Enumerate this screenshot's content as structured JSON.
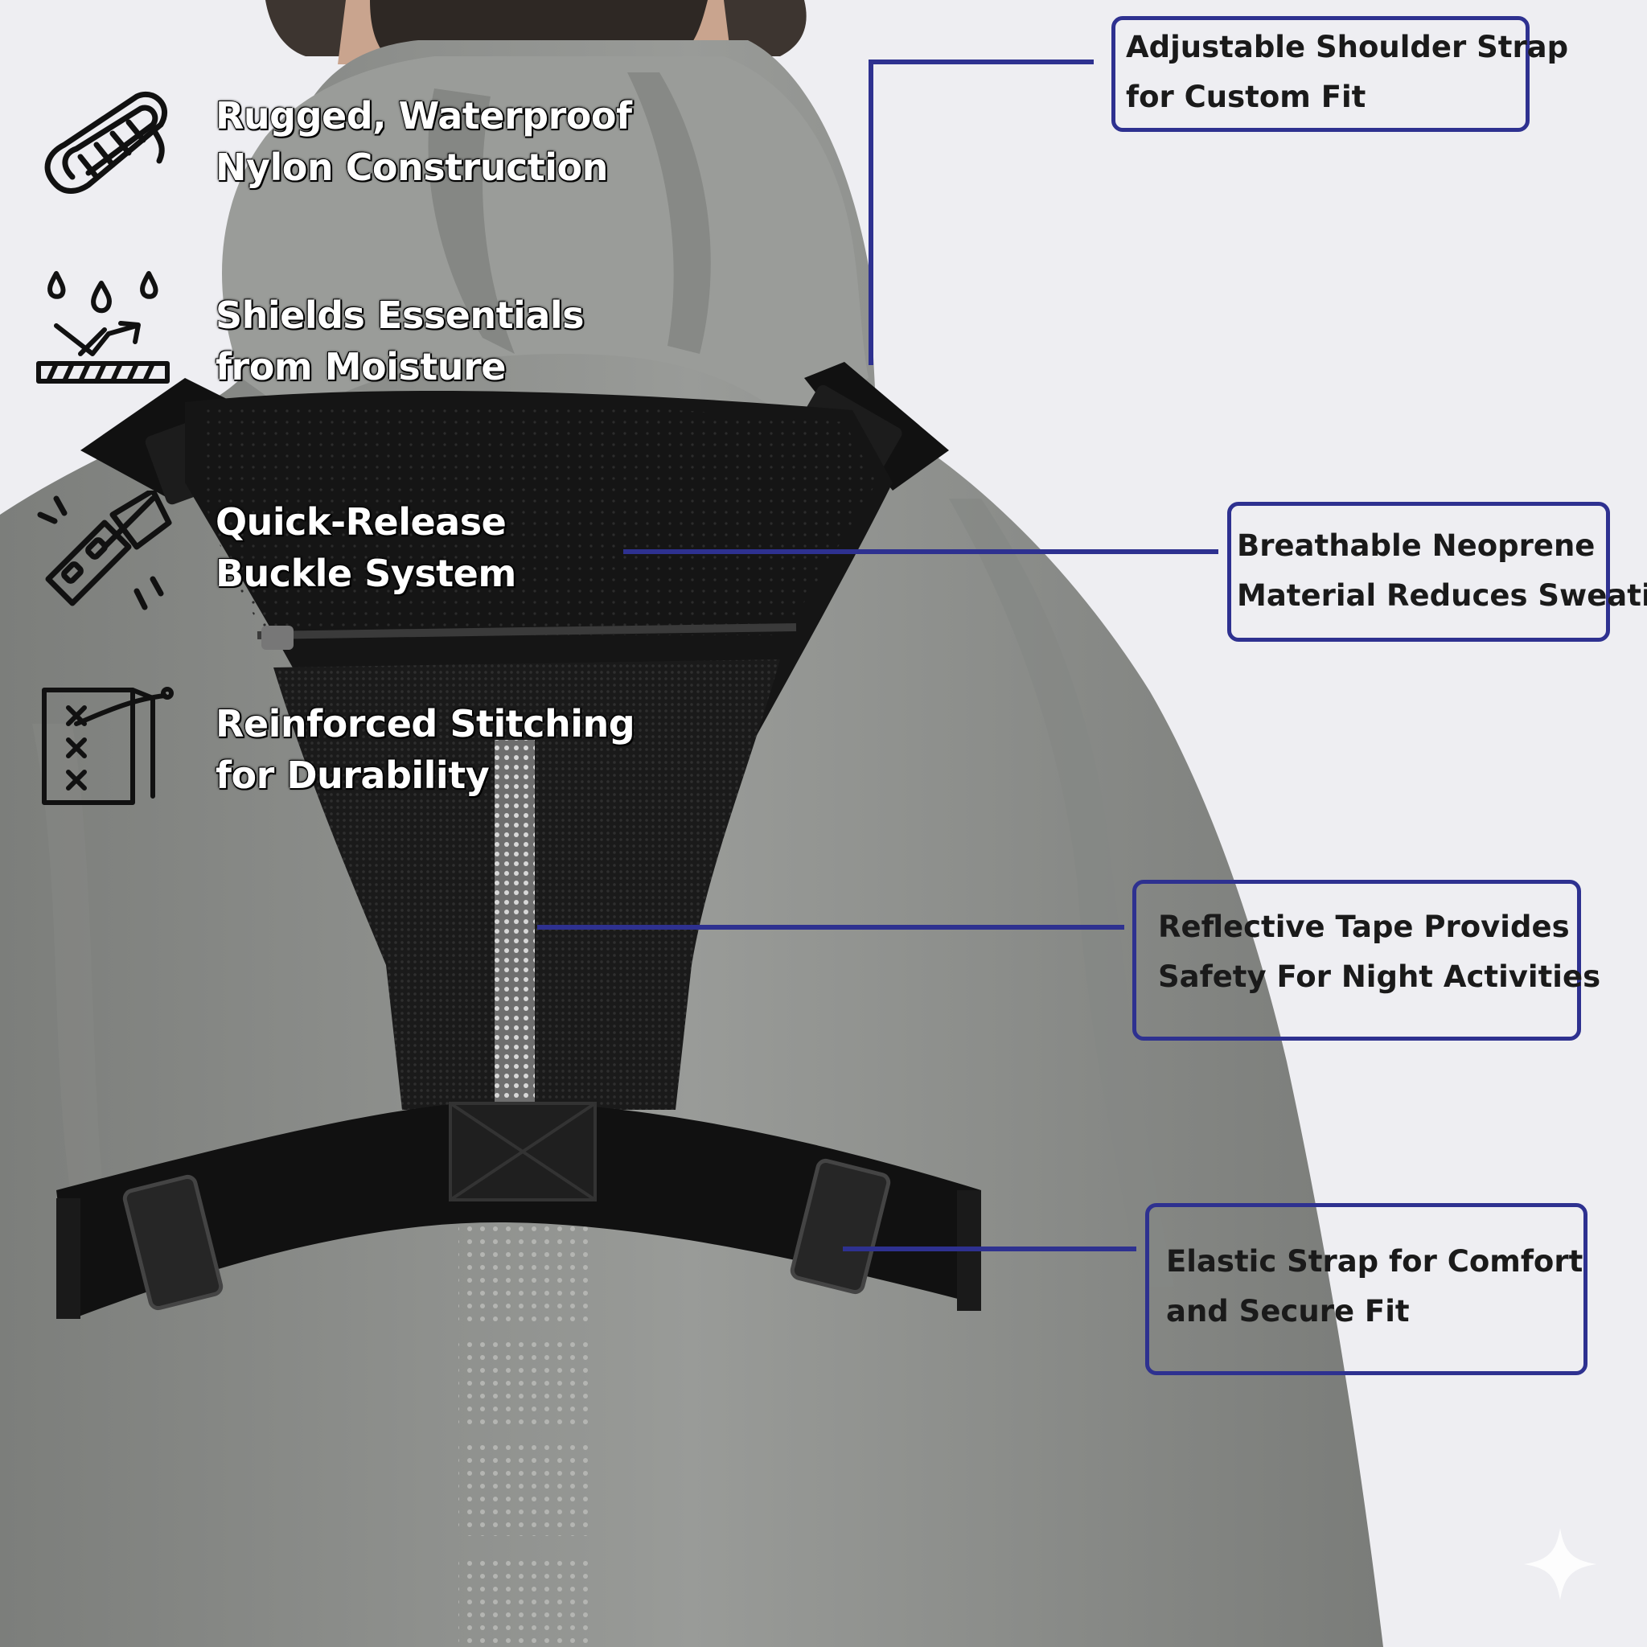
{
  "features": [
    {
      "icon": "rope-icon",
      "line1": "Rugged, Waterproof",
      "line2": "Nylon Construction"
    },
    {
      "icon": "water-resistant-icon",
      "line1": "Shields Essentials",
      "line2": "from Moisture"
    },
    {
      "icon": "buckle-icon",
      "line1": "Quick-Release",
      "line2": "Buckle System"
    },
    {
      "icon": "stitching-icon",
      "line1": "Reinforced Stitching",
      "line2": "for Durability"
    }
  ],
  "callouts": [
    {
      "name": "shoulder-strap",
      "line1": "Adjustable Shoulder Strap",
      "line2": "for Custom Fit"
    },
    {
      "name": "neoprene",
      "line1": "Breathable Neoprene",
      "line2": "Material Reduces Sweating"
    },
    {
      "name": "reflective-tape",
      "line1": "Reflective Tape Provides",
      "line2": "Safety For Night Activities"
    },
    {
      "name": "elastic-strap",
      "line1": "Elastic Strap for Comfort",
      "line2": "and Secure Fit"
    }
  ],
  "colors": {
    "callout_border": "#2e3190",
    "jacket": "#8a8c89",
    "vest": "#151515",
    "background": "#eeeef2"
  }
}
